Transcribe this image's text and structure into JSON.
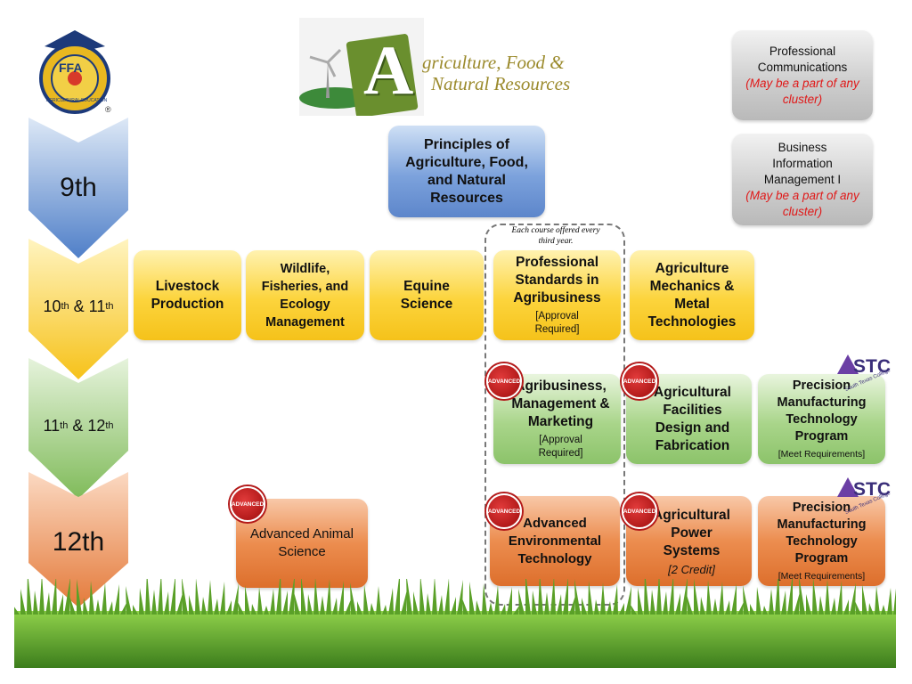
{
  "logo": {
    "ffa_text": "FFA",
    "ffa_ring": "AGRICULTURAL EDUCATION",
    "registered": "®"
  },
  "banner": {
    "letter": "A",
    "line1": "griculture, Food &",
    "line2": "Natural Resources"
  },
  "grades": {
    "g9": "9th",
    "g10_11": {
      "a": "10",
      "a_sup": "th",
      "mid": " & 11",
      "b_sup": "th"
    },
    "g11_12": {
      "a": "11",
      "a_sup": "th",
      "mid": " & 12",
      "b_sup": "th"
    },
    "g12": "12th"
  },
  "side": {
    "prof_comm": {
      "title": "Professional Communications",
      "note": "(May be a part of any cluster)"
    },
    "bim": {
      "title": "Business Information Management I",
      "note": "(May be a part of any cluster)"
    }
  },
  "courses": {
    "principles": "Principles of Agriculture, Food, and Natural Resources",
    "livestock": "Livestock Production",
    "wildlife": "Wildlife, Fisheries, and Ecology Management",
    "equine": "Equine Science",
    "prof_standards": {
      "title": "Professional Standards in Agribusiness",
      "note": "[Approval Required]"
    },
    "ag_mech": "Agriculture Mechanics & Metal Technologies",
    "agribusiness": {
      "title": "Agribusiness, Management & Marketing",
      "note": "[Approval Required]"
    },
    "ag_facilities": "Agricultural Facilities Design and Fabrication",
    "precision1": {
      "title": "Precision Manufacturing Technology Program",
      "note": "[Meet Requirements]"
    },
    "adv_animal": "Advanced Animal Science",
    "adv_env": "Advanced Environmental Technology",
    "ag_power": {
      "title": "Agricultural Power Systems",
      "note": "[2 Credit]"
    },
    "precision2": {
      "title": "Precision Manufacturing Technology Program",
      "note": "[Meet Requirements]"
    }
  },
  "every_third": "Each course offered every third year.",
  "badge_text": "ADVANCED",
  "stc": {
    "letters": "STC",
    "sub": "South Texas College"
  },
  "colors": {
    "yellow": "#fcd43c",
    "green": "#a9d58a",
    "orange": "#ec8d4f",
    "blue": "#7ca2dc",
    "gray": "#cfcfcf",
    "red_note": "#e01818",
    "grass": "#5aa028"
  }
}
